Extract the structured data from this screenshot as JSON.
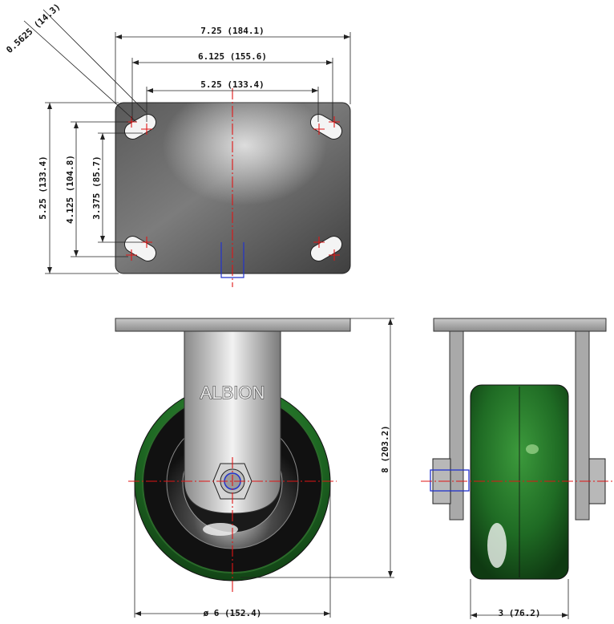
{
  "top_view": {
    "dim_slot": "0.5625 (14.3)",
    "dim_overall_width": "7.25 (184.1)",
    "dim_outer_holes": "6.125 (155.6)",
    "dim_inner_holes": "5.25 (133.4)",
    "dim_overall_length": "5.25 (133.4)",
    "dim_outer_hole_length": "4.125 (104.8)",
    "dim_inner_hole_length": "3.375 (85.7)"
  },
  "front_view": {
    "brand": "ALBION",
    "dim_height": "8 (203.2)",
    "dim_wheel_diameter": "ø 6 (152.4)"
  },
  "side_view": {
    "dim_wheel_width": "3 (76.2)"
  },
  "colors": {
    "wheel_green": "#1f6b24",
    "plate_gray": "#6b6b6b",
    "centerline_red": "#e01515",
    "axle_blue": "#2233cc"
  }
}
